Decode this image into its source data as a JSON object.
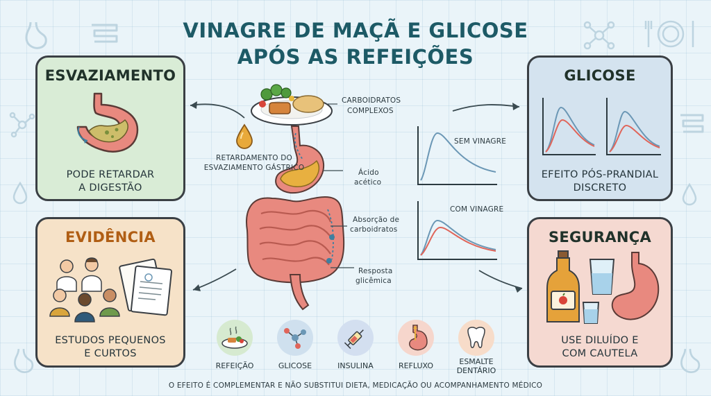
{
  "title": {
    "line1": "VINAGRE DE MAÇÃ E GLICOSE",
    "line2": "APÓS AS REFEIÇÕES"
  },
  "cards": {
    "emptying": {
      "heading": "ESVAZIAMENTO",
      "caption_line1": "PODE RETARDAR",
      "caption_line2": "A DIGESTÃO",
      "color": "#d9ecd6"
    },
    "glucose": {
      "heading": "GLICOSE",
      "caption_line1": "EFEITO PÓS-PRANDIAL",
      "caption_line2": "DISCRETO",
      "color": "#d4e3ef"
    },
    "evidence": {
      "heading": "EVIDÊNCIA",
      "caption_line1": "ESTUDOS PEQUENOS",
      "caption_line2": "E CURTOS",
      "color": "#f6e2c8"
    },
    "safety": {
      "heading": "SEGURANÇA",
      "caption_line1": "USE DILUÍDO E",
      "caption_line2": "COM CAUTELA",
      "color": "#f5d9d1"
    }
  },
  "center_labels": {
    "carbs_line1": "CARBOIDRATOS",
    "carbs_line2": "COMPLEXOS",
    "delay_line1": "RETARDAMENTO DO",
    "delay_line2": "ESVAZIAMENTO GÁSTRICO",
    "acid_line1": "Ácido",
    "acid_line2": "acético",
    "absorption_line1": "Absorção de",
    "absorption_line2": "carboidratos",
    "response_line1": "Resposta",
    "response_line2": "glicêmica"
  },
  "graph_labels": {
    "without": "SEM VINAGRE",
    "with": "COM VINAGRE"
  },
  "icon_row": [
    {
      "label": "REFEIÇÃO",
      "icon": "meal-icon",
      "color": "#d6ead0"
    },
    {
      "label": "GLICOSE",
      "icon": "molecule-icon",
      "color": "#cfe0ee"
    },
    {
      "label": "INSULINA",
      "icon": "syringe-icon",
      "color": "#d3dff0"
    },
    {
      "label": "REFLUXO",
      "icon": "stomach-icon",
      "color": "#f6d6cc"
    },
    {
      "label_line1": "ESMALTE",
      "label_line2": "DENTÁRIO",
      "icon": "tooth-icon",
      "color": "#f7dcc9"
    }
  ],
  "footer": "O EFEITO É COMPLEMENTAR E NÃO SUBSTITUI DIETA, MEDICAÇÃO OU ACOMPANHAMENTO MÉDICO",
  "colors": {
    "title": "#1d5a66",
    "curve_without": "#6b97b5",
    "curve_with": "#e0655a",
    "organ": "#e8897f"
  }
}
